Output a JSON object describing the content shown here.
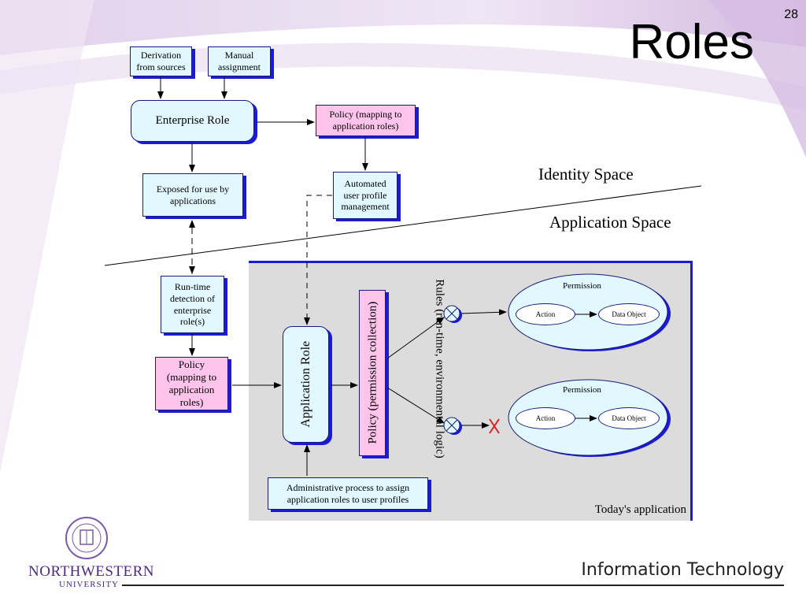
{
  "slide": {
    "page_number": "28",
    "title": "Roles",
    "identity_space_label": "Identity Space",
    "application_space_label": "Application Space",
    "todays_application_label": "Today's application"
  },
  "boxes": {
    "derivation": "Derivation from sources",
    "manual": "Manual assignment",
    "enterprise_role": "Enterprise Role",
    "policy_top": "Policy (mapping to application roles)",
    "exposed": "Exposed for use by applications",
    "automated": "Automated user profile management",
    "runtime": "Run-time detection of enterprise role(s)",
    "policy_left": "Policy (mapping to application roles)",
    "application_role": "Application Role",
    "policy_collection": "Policy (permission collection)",
    "rules": "Rules (run-time, environmental logic)",
    "admin": "Administrative process to assign application roles to user profiles"
  },
  "permissions": [
    {
      "title": "Permission",
      "action": "Action",
      "object": "Data Object"
    },
    {
      "title": "Permission",
      "action": "Action",
      "object": "Data Object"
    }
  ],
  "footer": {
    "university_name": "NORTHWESTERN",
    "university_sub": "UNIVERSITY",
    "department": "Information Technology"
  },
  "colors": {
    "box_fill": "#e0f8fe",
    "policy_fill": "#ffc4ec",
    "shadow_blue": "#1a1ad8",
    "app_area": "#dcdcdc",
    "deny_red": "#e02020",
    "northwestern_purple": "#4e2a84"
  }
}
